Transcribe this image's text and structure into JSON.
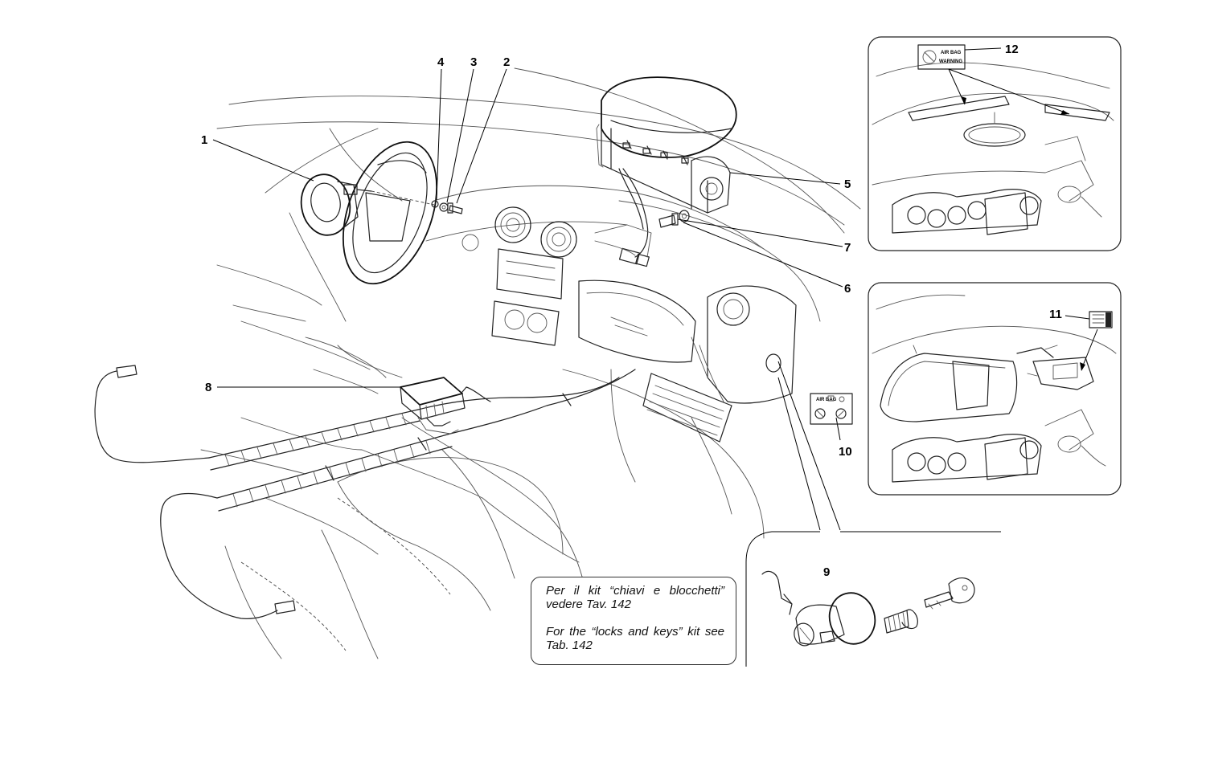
{
  "callouts": {
    "c1": "1",
    "c2": "2",
    "c3": "3",
    "c4": "4",
    "c5": "5",
    "c6": "6",
    "c7": "7",
    "c8": "8",
    "c9": "9",
    "c10": "10",
    "c11": "11",
    "c12": "12"
  },
  "labels": {
    "airbag_warning_line1": "AIR BAG",
    "airbag_warning_line2": "WARNING",
    "airbag_switch_label": "AIR BAG"
  },
  "note": {
    "italian_line": "Per il kit “chiavi e blocchetti” vedere Tav. 142",
    "english_line": "For the “locks and keys” kit see Tab. 142"
  }
}
